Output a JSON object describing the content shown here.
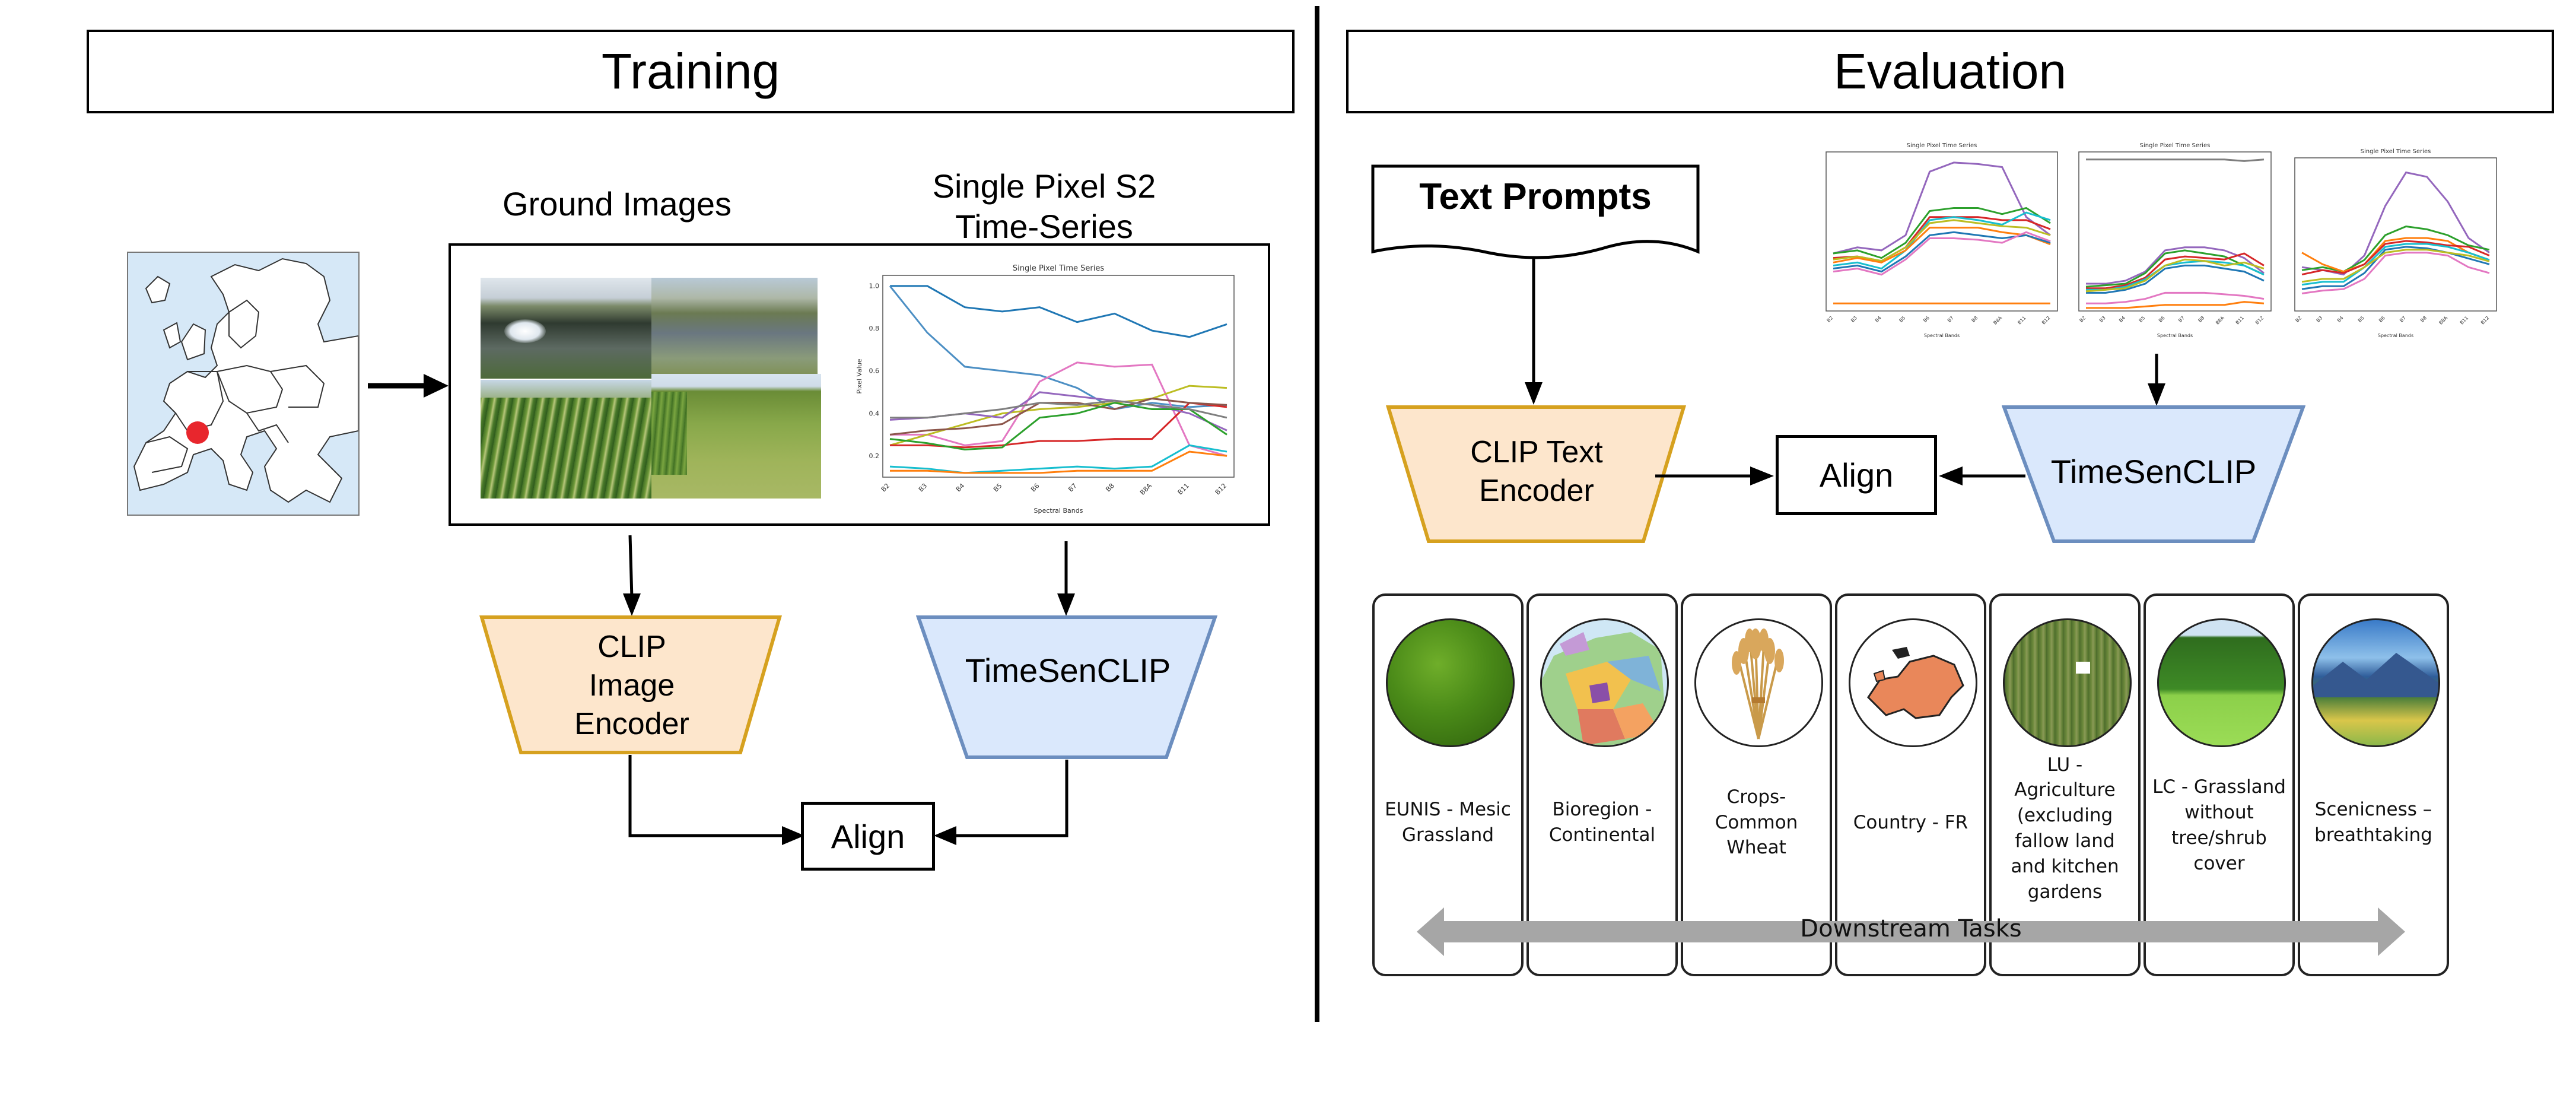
{
  "training": {
    "title": "Training",
    "ground_images_label": "Ground Images",
    "timeseries_label_line1": "Single Pixel S2",
    "timeseries_label_line2": "Time-Series",
    "clip_image_encoder": [
      "CLIP",
      "Image",
      "Encoder"
    ],
    "timesenclip": "TimeSenCLIP",
    "align": "Align",
    "map_marker_color": "#e8262d"
  },
  "evaluation": {
    "title": "Evaluation",
    "text_prompts": "Text Prompts",
    "clip_text_encoder": [
      "CLIP Text",
      "Encoder"
    ],
    "align": "Align",
    "timesenclip": "TimeSenCLIP",
    "downstream_tasks": "Downstream Tasks",
    "cards": [
      {
        "icon": "grassland-texture-icon",
        "label": "EUNIS - Mesic Grassland"
      },
      {
        "icon": "bioregion-map-icon",
        "label": "Bioregion - Continental"
      },
      {
        "icon": "wheat-icon",
        "label": "Crops- Common Wheat"
      },
      {
        "icon": "europe-map-icon",
        "label": "Country - FR"
      },
      {
        "icon": "aerial-field-icon",
        "label": "LU - Agriculture (excluding fallow land and kitchen gardens"
      },
      {
        "icon": "grassland-hedge-icon",
        "label": "LC - Grassland without tree/shrub cover"
      },
      {
        "icon": "mountain-meadow-icon",
        "label": "Scenicness – breathtaking"
      }
    ]
  },
  "chart_data": [
    {
      "type": "line",
      "title": "Single Pixel Time Series",
      "xlabel": "Spectral Bands",
      "ylabel": "Pixel Value",
      "categories": [
        "B2",
        "B3",
        "B4",
        "B5",
        "B6",
        "B7",
        "B8",
        "B8A",
        "B11",
        "B12"
      ],
      "ylim": [
        0.1,
        1.05
      ],
      "yticks": [
        "0.2",
        "0.4",
        "0.6",
        "0.8",
        "1.0"
      ],
      "series": [
        {
          "color": "#1f77b4",
          "values": [
            1.0,
            1.0,
            0.9,
            0.88,
            0.9,
            0.83,
            0.87,
            0.79,
            0.76,
            0.82
          ]
        },
        {
          "color": "#4c8fc4",
          "values": [
            1.0,
            0.78,
            0.62,
            0.6,
            0.58,
            0.52,
            0.42,
            0.45,
            0.43,
            0.44
          ]
        },
        {
          "color": "#e377c2",
          "values": [
            0.3,
            0.3,
            0.25,
            0.27,
            0.55,
            0.64,
            0.62,
            0.63,
            0.25,
            0.2
          ]
        },
        {
          "color": "#bcbd22",
          "values": [
            0.25,
            0.3,
            0.35,
            0.4,
            0.42,
            0.43,
            0.45,
            0.47,
            0.53,
            0.52
          ]
        },
        {
          "color": "#d62728",
          "values": [
            0.25,
            0.25,
            0.24,
            0.25,
            0.27,
            0.27,
            0.28,
            0.28,
            0.45,
            0.43
          ]
        },
        {
          "color": "#9467bd",
          "values": [
            0.37,
            0.38,
            0.4,
            0.38,
            0.5,
            0.48,
            0.46,
            0.44,
            0.4,
            0.32
          ]
        },
        {
          "color": "#8c564b",
          "values": [
            0.3,
            0.32,
            0.33,
            0.35,
            0.45,
            0.45,
            0.42,
            0.47,
            0.45,
            0.44
          ]
        },
        {
          "color": "#2ca02c",
          "values": [
            0.28,
            0.26,
            0.23,
            0.24,
            0.38,
            0.4,
            0.45,
            0.42,
            0.42,
            0.3
          ]
        },
        {
          "color": "#17becf",
          "values": [
            0.15,
            0.14,
            0.12,
            0.13,
            0.14,
            0.15,
            0.14,
            0.15,
            0.25,
            0.22
          ]
        },
        {
          "color": "#ff7f0e",
          "values": [
            0.13,
            0.13,
            0.12,
            0.12,
            0.12,
            0.13,
            0.13,
            0.13,
            0.22,
            0.2
          ]
        },
        {
          "color": "#7f7f7f",
          "values": [
            0.38,
            0.38,
            0.4,
            0.42,
            0.45,
            0.44,
            0.46,
            0.44,
            0.42,
            0.38
          ]
        }
      ]
    },
    {
      "type": "line",
      "title": "Single Pixel Time Series",
      "xlabel": "Spectral Bands",
      "categories": [
        "B2",
        "B3",
        "B4",
        "B5",
        "B6",
        "B7",
        "B8",
        "B8A",
        "B11",
        "B12"
      ],
      "ylim": [
        0,
        1.05
      ],
      "series": [
        {
          "color": "#9467bd",
          "values": [
            0.38,
            0.42,
            0.4,
            0.5,
            0.92,
            0.98,
            0.97,
            0.95,
            0.62,
            0.5
          ]
        },
        {
          "color": "#2ca02c",
          "values": [
            0.38,
            0.4,
            0.35,
            0.45,
            0.66,
            0.68,
            0.68,
            0.64,
            0.68,
            0.58
          ]
        },
        {
          "color": "#d62728",
          "values": [
            0.35,
            0.36,
            0.33,
            0.42,
            0.62,
            0.62,
            0.62,
            0.6,
            0.6,
            0.54
          ]
        },
        {
          "color": "#17becf",
          "values": [
            0.3,
            0.32,
            0.28,
            0.4,
            0.6,
            0.62,
            0.6,
            0.57,
            0.65,
            0.6
          ]
        },
        {
          "color": "#bcbd22",
          "values": [
            0.34,
            0.36,
            0.33,
            0.42,
            0.58,
            0.6,
            0.58,
            0.56,
            0.55,
            0.5
          ]
        },
        {
          "color": "#ff7f0e",
          "values": [
            0.32,
            0.35,
            0.32,
            0.4,
            0.55,
            0.55,
            0.55,
            0.52,
            0.5,
            0.44
          ]
        },
        {
          "color": "#1f77b4",
          "values": [
            0.28,
            0.3,
            0.26,
            0.36,
            0.5,
            0.52,
            0.5,
            0.48,
            0.5,
            0.45
          ]
        },
        {
          "color": "#e377c2",
          "values": [
            0.26,
            0.28,
            0.24,
            0.34,
            0.48,
            0.48,
            0.47,
            0.45,
            0.52,
            0.46
          ]
        },
        {
          "color": "#ff7f0e",
          "values": [
            0.05,
            0.05,
            0.05,
            0.05,
            0.05,
            0.05,
            0.05,
            0.05,
            0.05,
            0.05
          ]
        }
      ]
    },
    {
      "type": "line",
      "title": "Single Pixel Time Series",
      "xlabel": "Spectral Bands",
      "categories": [
        "B2",
        "B3",
        "B4",
        "B5",
        "B6",
        "B7",
        "B8",
        "B8A",
        "B11",
        "B12"
      ],
      "ylim": [
        0,
        1.05
      ],
      "series": [
        {
          "color": "#7f7f7f",
          "values": [
            1.0,
            1.0,
            1.0,
            1.0,
            1.0,
            1.0,
            1.0,
            1.0,
            0.99,
            1.0
          ]
        },
        {
          "color": "#9467bd",
          "values": [
            0.18,
            0.18,
            0.2,
            0.26,
            0.4,
            0.42,
            0.42,
            0.4,
            0.35,
            0.25
          ]
        },
        {
          "color": "#2ca02c",
          "values": [
            0.16,
            0.17,
            0.18,
            0.25,
            0.38,
            0.4,
            0.38,
            0.36,
            0.3,
            0.24
          ]
        },
        {
          "color": "#d62728",
          "values": [
            0.15,
            0.15,
            0.17,
            0.22,
            0.34,
            0.36,
            0.35,
            0.34,
            0.38,
            0.3
          ]
        },
        {
          "color": "#17becf",
          "values": [
            0.14,
            0.14,
            0.16,
            0.21,
            0.3,
            0.32,
            0.33,
            0.32,
            0.3,
            0.24
          ]
        },
        {
          "color": "#1f77b4",
          "values": [
            0.12,
            0.12,
            0.14,
            0.18,
            0.28,
            0.3,
            0.3,
            0.28,
            0.26,
            0.2
          ]
        },
        {
          "color": "#bcbd22",
          "values": [
            0.13,
            0.14,
            0.15,
            0.2,
            0.3,
            0.34,
            0.33,
            0.3,
            0.32,
            0.28
          ]
        },
        {
          "color": "#e377c2",
          "values": [
            0.05,
            0.05,
            0.06,
            0.08,
            0.12,
            0.12,
            0.12,
            0.11,
            0.1,
            0.08
          ]
        },
        {
          "color": "#ff7f0e",
          "values": [
            0.02,
            0.02,
            0.02,
            0.03,
            0.04,
            0.04,
            0.04,
            0.04,
            0.06,
            0.05
          ]
        }
      ]
    },
    {
      "type": "line",
      "title": "Single Pixel Time Series",
      "xlabel": "Spectral Bands",
      "categories": [
        "B2",
        "B3",
        "B4",
        "B5",
        "B6",
        "B7",
        "B8",
        "B8A",
        "B11",
        "B12"
      ],
      "ylim": [
        0,
        1.05
      ],
      "series": [
        {
          "color": "#9467bd",
          "values": [
            0.3,
            0.28,
            0.25,
            0.38,
            0.72,
            0.95,
            0.92,
            0.75,
            0.5,
            0.4
          ]
        },
        {
          "color": "#2ca02c",
          "values": [
            0.28,
            0.3,
            0.27,
            0.35,
            0.52,
            0.58,
            0.56,
            0.52,
            0.45,
            0.42
          ]
        },
        {
          "color": "#ff7f0e",
          "values": [
            0.4,
            0.32,
            0.27,
            0.32,
            0.48,
            0.5,
            0.5,
            0.48,
            0.4,
            0.35
          ]
        },
        {
          "color": "#d62728",
          "values": [
            0.25,
            0.28,
            0.26,
            0.32,
            0.46,
            0.48,
            0.47,
            0.45,
            0.44,
            0.38
          ]
        },
        {
          "color": "#17becf",
          "values": [
            0.18,
            0.2,
            0.2,
            0.3,
            0.44,
            0.46,
            0.46,
            0.44,
            0.4,
            0.35
          ]
        },
        {
          "color": "#1f77b4",
          "values": [
            0.15,
            0.17,
            0.17,
            0.26,
            0.42,
            0.44,
            0.43,
            0.4,
            0.36,
            0.32
          ]
        },
        {
          "color": "#bcbd22",
          "values": [
            0.2,
            0.22,
            0.22,
            0.3,
            0.4,
            0.42,
            0.42,
            0.4,
            0.38,
            0.34
          ]
        },
        {
          "color": "#e377c2",
          "values": [
            0.12,
            0.14,
            0.15,
            0.22,
            0.38,
            0.4,
            0.4,
            0.38,
            0.3,
            0.26
          ]
        }
      ]
    }
  ]
}
